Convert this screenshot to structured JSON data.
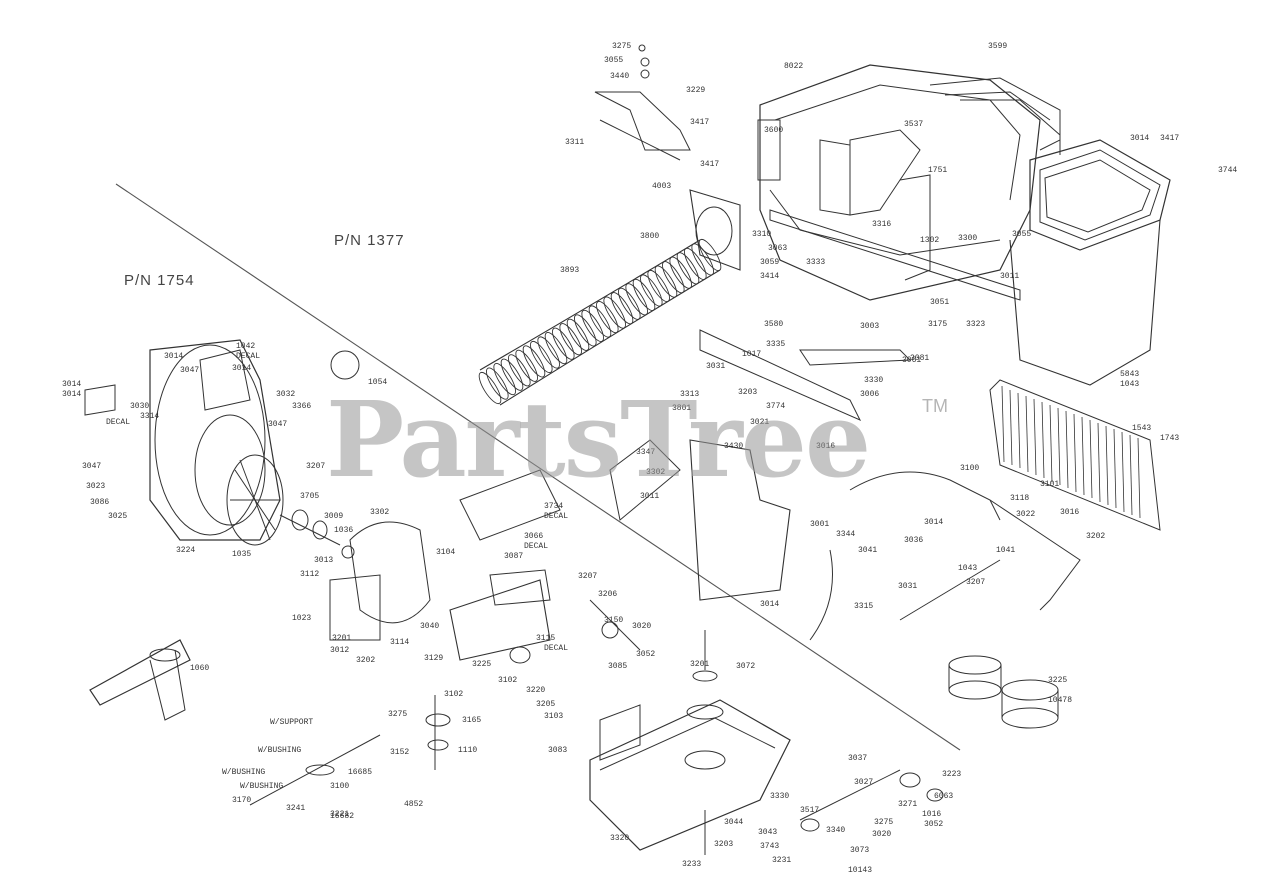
{
  "watermark": {
    "text": "PartsTree",
    "tm": "TM"
  },
  "sections": {
    "left": "P/N 1754",
    "right": "P/N 1377"
  },
  "labels": {
    "p01": "3275",
    "p02": "3055",
    "p03": "3440",
    "p04": "3229",
    "p05": "3417",
    "p06": "3311",
    "p07": "3417",
    "p08": "8022",
    "p09": "3599",
    "p10": "3600",
    "p11": "3537",
    "p12": "3417",
    "p13": "3744",
    "p14": "4003",
    "p15": "3800",
    "p16": "3893",
    "p17": "3310",
    "p18": "3063",
    "p19": "3333",
    "p20": "3414",
    "p21": "3316",
    "p22": "3175",
    "p23": "3323",
    "p24": "3300",
    "p25": "3051",
    "p26": "3059",
    "p27": "1751",
    "p28": "1302",
    "p29": "3335",
    "p30": "3003",
    "p31": "3580",
    "p32": "3330",
    "p33": "3081",
    "p34": "3031",
    "p35": "3774",
    "p36": "3006",
    "p37": "3313",
    "p38": "3801",
    "p39": "3016",
    "p40": "3430",
    "p41": "3734",
    "p42": "DECAL",
    "p43": "3066",
    "p44": "DECAL",
    "p45": "5843",
    "p46": "1043",
    "p47": "1543",
    "p48": "1743",
    "p49": "3347",
    "p50": "3302",
    "p51": "3011",
    "p52": "3100",
    "p53": "3101",
    "p54": "3118",
    "p55": "3022",
    "p56": "3016",
    "p57": "3202",
    "p58": "3014",
    "p59": "3036",
    "p60": "1041",
    "p61": "1043",
    "p62": "3207",
    "p63": "3031",
    "p64": "3001",
    "p65": "3344",
    "p66": "3041",
    "p67": "3315",
    "p68": "3014",
    "p69": "1042",
    "p70": "DECAL",
    "p71": "3014",
    "p72": "3014",
    "p73": "3047",
    "p74": "3014",
    "p75": "3014",
    "p76": "3030",
    "p77": "3314",
    "p78": "DECAL",
    "p79": "3047",
    "p80": "3023",
    "p81": "3086",
    "p82": "3025",
    "p83": "3032",
    "p84": "3366",
    "p85": "3047",
    "p86": "3207",
    "p87": "3705",
    "p88": "1054",
    "p89": "3224",
    "p90": "1035",
    "p91": "3009",
    "p92": "1036",
    "p93": "3013",
    "p94": "3112",
    "p95": "3302",
    "p96": "3104",
    "p97": "1023",
    "p98": "3201",
    "p99": "3012",
    "q01": "3202",
    "q02": "3114",
    "q03": "3040",
    "q04": "3087",
    "q05": "3129",
    "q06": "3115",
    "q07": "DECAL",
    "q08": "3207",
    "q09": "3206",
    "q10": "3225",
    "q11": "1060",
    "q12": "3150",
    "q13": "3020",
    "q14": "3052",
    "q15": "3085",
    "q16": "3102",
    "q17": "3220",
    "q18": "3205",
    "q19": "3103",
    "q20": "3102",
    "q21": "3165",
    "q22": "1110",
    "q23": "3275",
    "q24": "3152",
    "q25": "16685",
    "q26": "3221",
    "q27": "4852",
    "q28": "3100",
    "q29": "3170",
    "q30": "3241",
    "q31": "16682",
    "q32": "3083",
    "q33": "3201",
    "q34": "3072",
    "q35": "3044",
    "q36": "3330",
    "q37": "3517",
    "q38": "3043",
    "q39": "3743",
    "q40": "3231",
    "q41": "3073",
    "q42": "3037",
    "q43": "3027",
    "q44": "3275",
    "q45": "10478",
    "q46": "3225",
    "q47": "3223",
    "q48": "6063",
    "q49": "3271",
    "q50": "3052",
    "q51": "1016",
    "q52": "3020",
    "q53": "3340",
    "q54": "10143",
    "q55": "3233",
    "q56": "3203",
    "q57": "3320",
    "q58": "3014",
    "q59": "3011",
    "q60": "3055",
    "q61": "3061",
    "q62": "1017",
    "q63": "3203",
    "q64": "3021",
    "q65": "W/SUPPORT",
    "q66": "W/BUSHING",
    "q67": "W/BUSHING",
    "q68": "W/BUSHING"
  }
}
